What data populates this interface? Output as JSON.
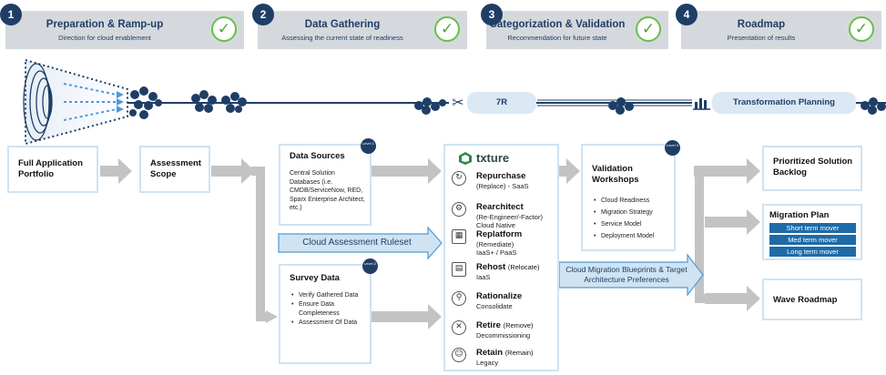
{
  "phases": [
    {
      "num": "1",
      "title": "Preparation & Ramp-up",
      "subtitle": "Direction for cloud enablement"
    },
    {
      "num": "2",
      "title": "Data Gathering",
      "subtitle": "Assessing the current state of readiness"
    },
    {
      "num": "3",
      "title": "Categorization & Validation",
      "subtitle": "Recommendation for future state"
    },
    {
      "num": "4",
      "title": "Roadmap",
      "subtitle": "Presentation of results"
    }
  ],
  "check_glyph": "✓",
  "funnel": {
    "label_7r": "7R",
    "label_planning": "Transformation Planning"
  },
  "boxes": {
    "portfolio": "Full Application Portfolio",
    "scope": "Assessment Scope",
    "data_sources": {
      "title": "Data Sources",
      "level": "Level 1",
      "desc": "Central Solution Databases (i.e. CMDB/ServiceNow, RED, Sparx Enterprise Architect, etc.)"
    },
    "survey": {
      "title": "Survey Data",
      "level": "Level 2",
      "items": [
        "Verify Gathered Data",
        "Ensure Data Completeness",
        "Assessment Of Data"
      ]
    },
    "ruleset": "Cloud Assessment Ruleset",
    "blueprints": "Cloud Migration Blueprints & Target Architecture Preferences",
    "validation": {
      "title": "Validation Workshops",
      "level": "Level 3",
      "items": [
        "Cloud Readiness",
        "Migration Strategy",
        "Service Model",
        "Deployment Model"
      ]
    },
    "backlog": "Prioritized Solution Backlog",
    "migration": {
      "title": "Migration Plan",
      "movers": [
        "Short term mover",
        "Med term mover",
        "Long term mover"
      ]
    },
    "wave": "Wave Roadmap"
  },
  "txture": {
    "logo": "txture",
    "strategies": [
      {
        "icon": "reload",
        "name": "Repurchase",
        "qual": "(Replace)",
        "desc": [
          "- SaaS"
        ],
        "inline": true
      },
      {
        "icon": "gear",
        "name": "Rearchitect",
        "qual": "",
        "desc": [
          "(Re-Engineer/-Factor)",
          "Cloud Native"
        ],
        "inline": false
      },
      {
        "icon": "boxes",
        "name": "Replatform",
        "qual": "",
        "desc": [
          "(Remediate)",
          "IaaS+ / PaaS"
        ],
        "inline": false
      },
      {
        "icon": "server",
        "name": "Rehost",
        "qual": "(Relocate)",
        "desc": [
          "IaaS"
        ],
        "inline": false
      },
      {
        "icon": "pin",
        "name": "Rationalize",
        "qual": "",
        "desc": [
          "Consolidate"
        ],
        "inline": false
      },
      {
        "icon": "retire",
        "name": "Retire",
        "qual": "(Remove)",
        "desc": [
          "Decommissioning"
        ],
        "inline": false
      },
      {
        "icon": "person",
        "name": "Retain",
        "qual": "(Remain)",
        "desc": [
          "Legacy"
        ],
        "inline": false
      }
    ]
  },
  "colors": {
    "navy": "#1f3e66",
    "blue": "#1e6ba8",
    "light": "#dbe9f5",
    "green": "#4ea43a",
    "gray": "#d5d9dd"
  }
}
